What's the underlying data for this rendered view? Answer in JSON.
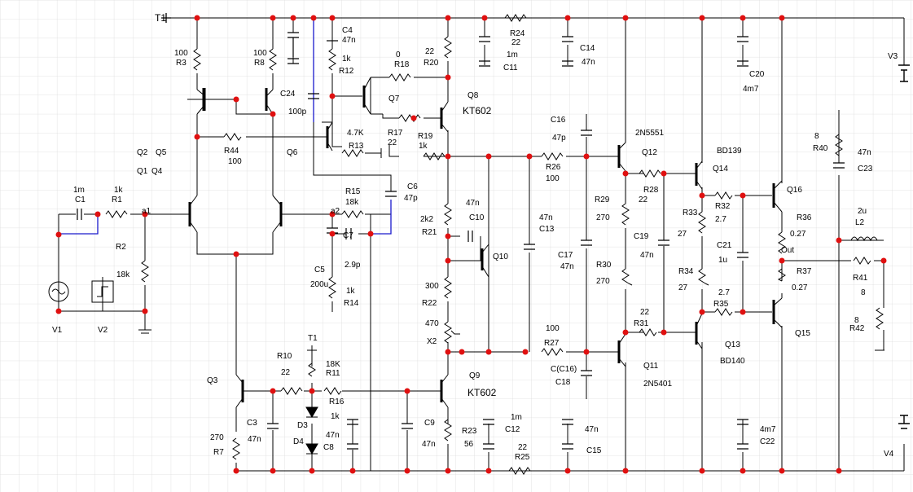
{
  "grid": {
    "color": "#dcdcdc",
    "wire": "#000000",
    "node": "#e01010",
    "blue_wire": "#1a1acc"
  },
  "rails": {
    "top": "T1",
    "t1_local": "T1",
    "v3": "V3",
    "v4": "V4",
    "out": "Out",
    "a1": "a1",
    "a2": "a2"
  },
  "sources": {
    "v1": "V1",
    "v2": "V2"
  },
  "components": {
    "c1": "1m",
    "c1n": "C1",
    "r1": "1k",
    "r1n": "R1",
    "r2": "R2",
    "r2v": "18k",
    "r3": "100",
    "r3n": "R3",
    "r8": "100",
    "r8n": "R8",
    "c4n": "C4",
    "c4": "47n",
    "r12": "1k",
    "r12n": "R12",
    "r18": "0",
    "r18n": "R18",
    "r20": "22",
    "r20n": "R20",
    "r24n": "R24",
    "r24": "22",
    "c11v": "1m",
    "c11n": "C11",
    "c14n": "C14",
    "c14": "47n",
    "c20n": "C20",
    "c20": "4m7",
    "c24n": "C24",
    "c24": "100p",
    "q7": "Q7",
    "q8": "Q8",
    "q8t": "KT602",
    "q2": "Q2",
    "q5": "Q5",
    "q1": "Q1",
    "q4": "Q4",
    "q6": "Q6",
    "r13v": "4.7K",
    "r13n": "R13",
    "r17n": "R17",
    "r17": "22",
    "r19n": "R19",
    "r19": "1k",
    "r44n": "R44",
    "r44": "100",
    "c16n": "C16",
    "c16": "47p",
    "q12t": "2N5551",
    "q12": "Q12",
    "q14t": "BD139",
    "q14": "Q14",
    "r40v": "8",
    "r40n": "R40",
    "c23v": "47n",
    "c23n": "C23",
    "r15n": "R15",
    "r15": "18k",
    "c6n": "C6",
    "c6": "47p",
    "r26n": "R26",
    "r26": "100",
    "r28n": "R28",
    "r28": "22",
    "r32n": "R32",
    "r32": "2.7",
    "q16": "Q16",
    "r21v": "2k2",
    "r21n": "R21",
    "c10v": "47n",
    "c10n": "C10",
    "c13v": "47n",
    "c13n": "C13",
    "r29n": "R29",
    "r29": "270",
    "r33n": "R33",
    "r33": "27",
    "c7n": "C7",
    "c7": "2.9p",
    "c5n": "C5",
    "c5": "200u",
    "r14v": "1k",
    "r14n": "R14",
    "q10": "Q10",
    "c17n": "C17",
    "c17": "47n",
    "c19n": "C19",
    "c19": "47n",
    "c21n": "C21",
    "c21": "1u",
    "r36n": "R36",
    "r36": "0.27",
    "l2v": "2u",
    "l2n": "L2",
    "r30n": "R30",
    "r30": "270",
    "r34n": "R34",
    "r34": "27",
    "r37n": "R37",
    "r37": "0.27",
    "r41n": "R41",
    "r41": "8",
    "r42v": "8",
    "r42n": "R42",
    "r22v": "300",
    "r22n": "R22",
    "x2v": "470",
    "x2n": "X2",
    "r35v": "2.7",
    "r35n": "R35",
    "r31v": "22",
    "r31n": "R31",
    "r27v": "100",
    "r27n": "R27",
    "q13": "Q13",
    "q13t": "BD140",
    "q15": "Q15",
    "q11": "Q11",
    "q11t": "2N5401",
    "c18v": "C(C16)",
    "c18n": "C18",
    "q3": "Q3",
    "r10n": "R10",
    "r10": "22",
    "r11v": "18K",
    "r11n": "R11",
    "r16n": "R16",
    "r16v": "1k",
    "d3": "D3",
    "d4": "D4",
    "c8v": "47n",
    "c8n": "C8",
    "q9": "Q9",
    "q9t": "KT602",
    "c3n": "C3",
    "c3": "47n",
    "c9n": "C9",
    "c9": "47n",
    "r23n": "R23",
    "r23": "56",
    "c12v": "1m",
    "c12n": "C12",
    "r25v": "22",
    "r25n": "R25",
    "c15v": "47n",
    "c15n": "C15",
    "c22v": "4m7",
    "c22n": "C22",
    "r7v": "270",
    "r7n": "R7"
  }
}
